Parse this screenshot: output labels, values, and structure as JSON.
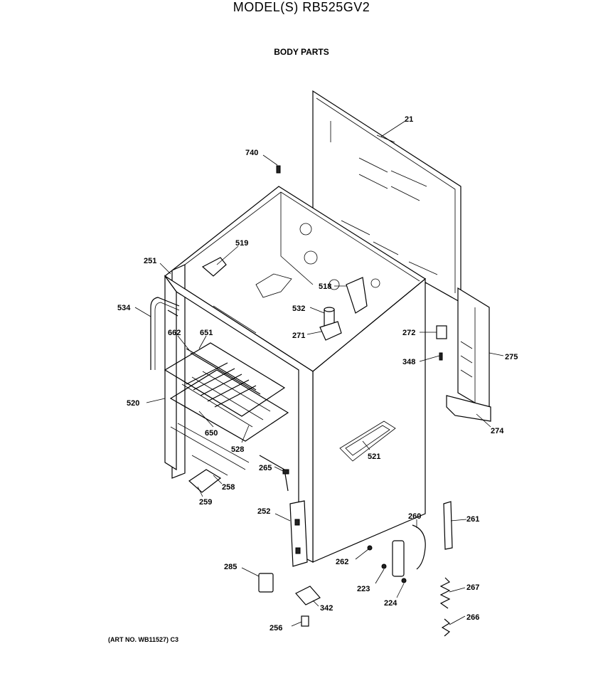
{
  "header": {
    "title": "MODEL(S) RB525GV2",
    "subtitle": "BODY PARTS"
  },
  "footer": {
    "art_no": "(ART NO. WB11527) C3"
  },
  "parts": [
    {
      "id": "p21",
      "label": "21"
    },
    {
      "id": "p740",
      "label": "740"
    },
    {
      "id": "p519",
      "label": "519"
    },
    {
      "id": "p251",
      "label": "251"
    },
    {
      "id": "p518",
      "label": "518"
    },
    {
      "id": "p534",
      "label": "534"
    },
    {
      "id": "p532",
      "label": "532"
    },
    {
      "id": "p271",
      "label": "271"
    },
    {
      "id": "p272",
      "label": "272"
    },
    {
      "id": "p662",
      "label": "662"
    },
    {
      "id": "p651",
      "label": "651"
    },
    {
      "id": "p348",
      "label": "348"
    },
    {
      "id": "p275",
      "label": "275"
    },
    {
      "id": "p520",
      "label": "520"
    },
    {
      "id": "p274",
      "label": "274"
    },
    {
      "id": "p650",
      "label": "650"
    },
    {
      "id": "p521",
      "label": "521"
    },
    {
      "id": "p528",
      "label": "528"
    },
    {
      "id": "p265",
      "label": "265"
    },
    {
      "id": "p258",
      "label": "258"
    },
    {
      "id": "p259",
      "label": "259"
    },
    {
      "id": "p260",
      "label": "260"
    },
    {
      "id": "p261",
      "label": "261"
    },
    {
      "id": "p252",
      "label": "252"
    },
    {
      "id": "p262",
      "label": "262"
    },
    {
      "id": "p285",
      "label": "285"
    },
    {
      "id": "p223",
      "label": "223"
    },
    {
      "id": "p267",
      "label": "267"
    },
    {
      "id": "p224",
      "label": "224"
    },
    {
      "id": "p342",
      "label": "342"
    },
    {
      "id": "p266",
      "label": "266"
    },
    {
      "id": "p256",
      "label": "256"
    }
  ]
}
